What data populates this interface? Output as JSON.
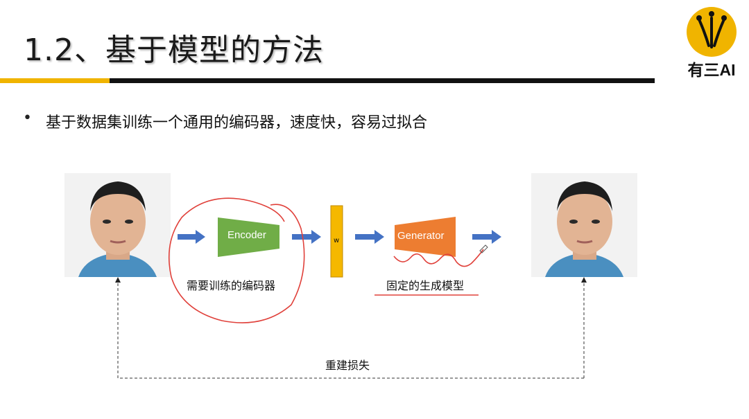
{
  "slide": {
    "title": "1.2、基于模型的方法",
    "bullet": "基于数据集训练一个通用的编码器，速度快，容易过拟合"
  },
  "logo": {
    "text": "有三AI",
    "color": "#f0b400"
  },
  "diagram": {
    "encoder_label": "Encoder",
    "w_label": "w",
    "generator_label": "Generator",
    "encoder_caption": "需要训练的编码器",
    "generator_caption": "固定的生成模型",
    "loss_label": "重建损失"
  },
  "colors": {
    "accent_yellow": "#f0b400",
    "encoder_green": "#70ad47",
    "generator_orange": "#ed7d31",
    "arrow_blue": "#4472c4",
    "annotation_red": "#e0403a"
  }
}
